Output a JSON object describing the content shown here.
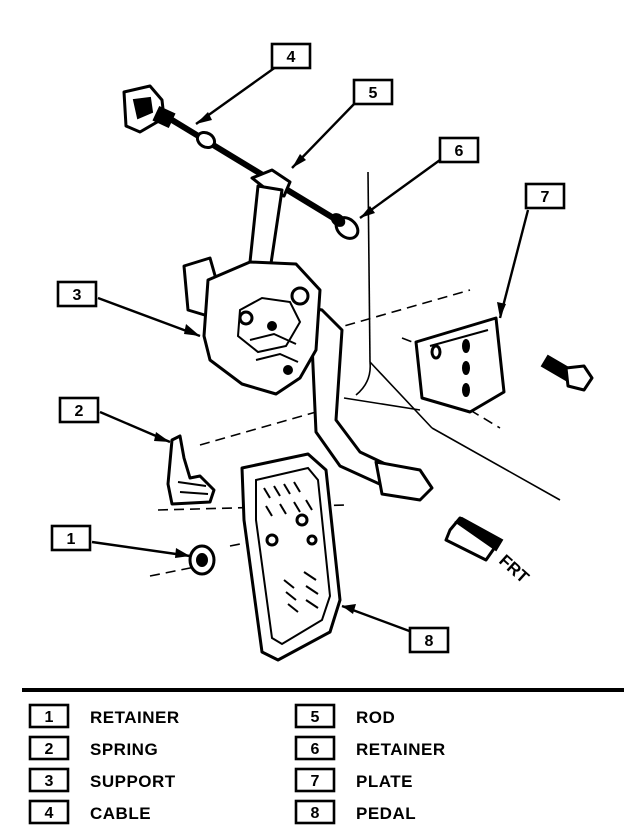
{
  "callouts": [
    {
      "number": "1"
    },
    {
      "number": "2"
    },
    {
      "number": "3"
    },
    {
      "number": "4"
    },
    {
      "number": "5"
    },
    {
      "number": "6"
    },
    {
      "number": "7"
    },
    {
      "number": "8"
    }
  ],
  "direction_label": "FRT",
  "legend": [
    {
      "number": "1",
      "label": "RETAINER"
    },
    {
      "number": "2",
      "label": "SPRING"
    },
    {
      "number": "3",
      "label": "SUPPORT"
    },
    {
      "number": "4",
      "label": "CABLE"
    },
    {
      "number": "5",
      "label": "ROD"
    },
    {
      "number": "6",
      "label": "RETAINER"
    },
    {
      "number": "7",
      "label": "PLATE"
    },
    {
      "number": "8",
      "label": "PEDAL"
    }
  ]
}
